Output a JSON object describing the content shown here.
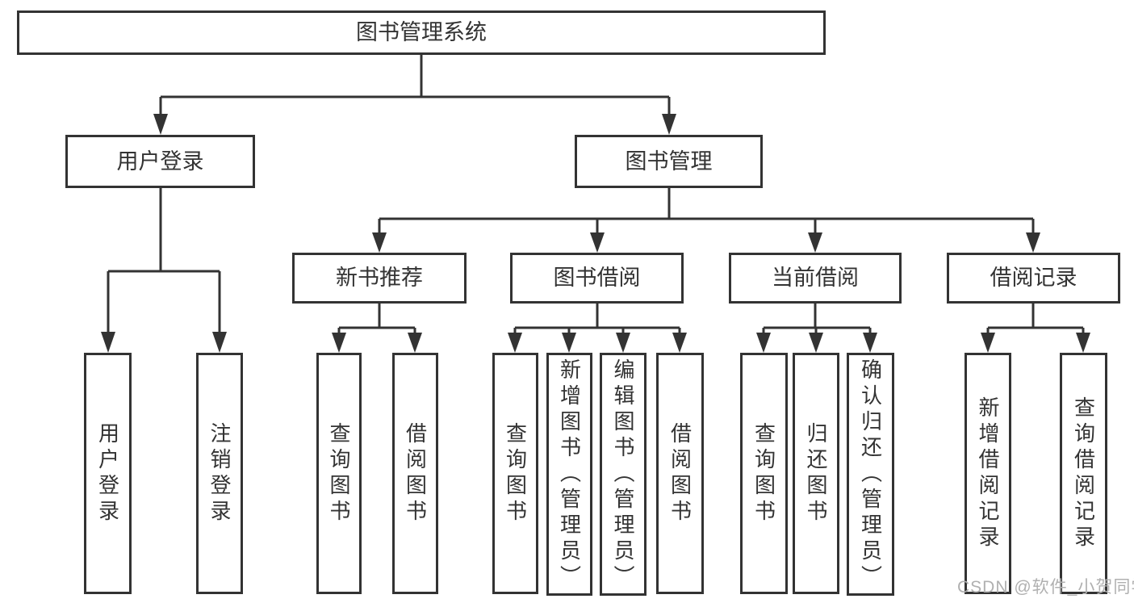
{
  "diagram": {
    "root": {
      "label": "图书管理系统"
    },
    "level2": [
      {
        "id": "user-login",
        "label": "用户登录"
      },
      {
        "id": "book-management",
        "label": "图书管理"
      }
    ],
    "level3": [
      {
        "id": "new-book-recommendation",
        "parent": "图书管理",
        "label": "新书推荐"
      },
      {
        "id": "book-borrowing",
        "parent": "图书管理",
        "label": "图书借阅"
      },
      {
        "id": "current-borrowing",
        "parent": "图书管理",
        "label": "当前借阅"
      },
      {
        "id": "borrowing-records",
        "parent": "图书管理",
        "label": "借阅记录"
      }
    ],
    "leaves": [
      {
        "parent": "用户登录",
        "label": "用户登录"
      },
      {
        "parent": "用户登录",
        "label": "注销登录"
      },
      {
        "parent": "新书推荐",
        "label": "查询图书"
      },
      {
        "parent": "新书推荐",
        "label": "借阅图书"
      },
      {
        "parent": "图书借阅",
        "label": "查询图书"
      },
      {
        "parent": "图书借阅",
        "label": "新增图书（管理员）"
      },
      {
        "parent": "图书借阅",
        "label": "编辑图书（管理员）"
      },
      {
        "parent": "图书借阅",
        "label": "借阅图书"
      },
      {
        "parent": "当前借阅",
        "label": "查询图书"
      },
      {
        "parent": "当前借阅",
        "label": "归还图书"
      },
      {
        "parent": "当前借阅",
        "label": "确认归还（管理员）"
      },
      {
        "parent": "借阅记录",
        "label": "新增借阅记录"
      },
      {
        "parent": "借阅记录",
        "label": "查询借阅记录"
      }
    ],
    "watermark": "CSDN @软件_小贺同学",
    "colors": {
      "line": "#333333",
      "text": "#333333",
      "bg": "#ffffff",
      "wm": "#b0b0b0"
    }
  }
}
